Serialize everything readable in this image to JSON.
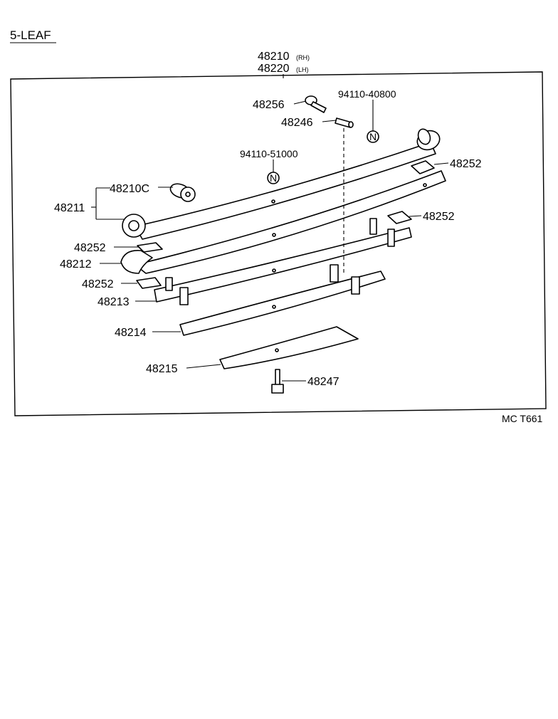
{
  "title": "5-LEAF",
  "assembly": {
    "rh": {
      "number": "48210",
      "suffix": "(RH)"
    },
    "lh": {
      "number": "48220",
      "suffix": "(LH)"
    }
  },
  "parts": {
    "bolt_upper": "48256",
    "pin": "48246",
    "nut_right": "94110-40800",
    "nut_center": "94110-51000",
    "bushing": "48210C",
    "leaf1": "48211",
    "leaf2": "48212",
    "leaf3": "48213",
    "leaf4": "48214",
    "leaf5": "48215",
    "bolt_lower": "48247",
    "insert_right_top": "48252",
    "insert_right_mid": "48252",
    "insert_left_top": "48252",
    "insert_left_low": "48252"
  },
  "symbols": {
    "nut": "N"
  },
  "footer_code": "MC T661"
}
